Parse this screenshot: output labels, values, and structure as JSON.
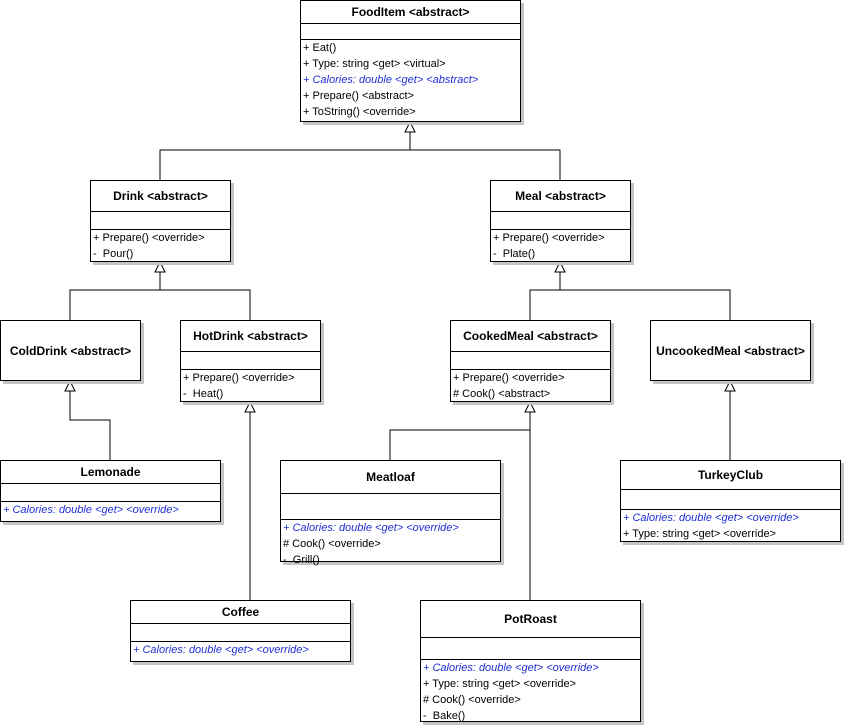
{
  "colors": {
    "line": "#000000",
    "abstract_member": "#1f2fd6",
    "shadow": "#c4c4c4"
  },
  "classes": [
    {
      "id": "fooditem",
      "name": "FoodItem <abstract>",
      "attrs": [],
      "ops": [
        {
          "text": "+ Eat()",
          "abstract": false
        },
        {
          "text": "+ Type: string <get> <virtual>",
          "abstract": false
        },
        {
          "text": "+ Calories: double <get> <abstract>",
          "abstract": true
        },
        {
          "text": "+ Prepare() <abstract>",
          "abstract": false
        },
        {
          "text": "+ ToString() <override>",
          "abstract": false
        }
      ]
    },
    {
      "id": "drink",
      "name": "Drink <abstract>",
      "attrs": [],
      "ops": [
        {
          "text": "+ Prepare() <override>",
          "abstract": false
        },
        {
          "text": "-  Pour()",
          "abstract": false
        }
      ]
    },
    {
      "id": "meal",
      "name": "Meal <abstract>",
      "attrs": [],
      "ops": [
        {
          "text": "+ Prepare() <override>",
          "abstract": false
        },
        {
          "text": "-  Plate()",
          "abstract": false
        }
      ]
    },
    {
      "id": "colddrink",
      "name": "ColdDrink <abstract>",
      "attrs": null,
      "ops": null
    },
    {
      "id": "hotdrink",
      "name": "HotDrink <abstract>",
      "attrs": [],
      "ops": [
        {
          "text": "+ Prepare() <override>",
          "abstract": false
        },
        {
          "text": "-  Heat()",
          "abstract": false
        }
      ]
    },
    {
      "id": "cookedmeal",
      "name": "CookedMeal <abstract>",
      "attrs": [],
      "ops": [
        {
          "text": "+ Prepare() <override>",
          "abstract": false
        },
        {
          "text": "# Cook() <abstract>",
          "abstract": false
        }
      ]
    },
    {
      "id": "uncookedmeal",
      "name": "UncookedMeal <abstract>",
      "attrs": null,
      "ops": null
    },
    {
      "id": "lemonade",
      "name": "Lemonade",
      "attrs": [],
      "ops": [
        {
          "text": "+ Calories: double <get> <override>",
          "abstract": true
        }
      ]
    },
    {
      "id": "meatloaf",
      "name": "Meatloaf",
      "attrs": [],
      "ops": [
        {
          "text": "+ Calories: double <get> <override>",
          "abstract": true
        },
        {
          "text": "# Cook() <override>",
          "abstract": false
        },
        {
          "text": "-  Grill()",
          "abstract": false
        }
      ]
    },
    {
      "id": "turkeyclub",
      "name": "TurkeyClub",
      "attrs": [],
      "ops": [
        {
          "text": "+ Calories: double <get> <override>",
          "abstract": true
        },
        {
          "text": "+ Type: string <get> <override>",
          "abstract": false
        }
      ]
    },
    {
      "id": "coffee",
      "name": "Coffee",
      "attrs": [],
      "ops": [
        {
          "text": "+ Calories: double <get> <override>",
          "abstract": true
        }
      ]
    },
    {
      "id": "potroast",
      "name": "PotRoast",
      "attrs": [],
      "ops": [
        {
          "text": "+ Calories: double <get> <override>",
          "abstract": true
        },
        {
          "text": "+ Type: string <get> <override>",
          "abstract": false
        },
        {
          "text": "# Cook() <override>",
          "abstract": false
        },
        {
          "text": "-  Bake()",
          "abstract": false
        }
      ]
    }
  ],
  "relations": [
    {
      "child": "drink",
      "parent": "fooditem"
    },
    {
      "child": "meal",
      "parent": "fooditem"
    },
    {
      "child": "colddrink",
      "parent": "drink"
    },
    {
      "child": "hotdrink",
      "parent": "drink"
    },
    {
      "child": "cookedmeal",
      "parent": "meal"
    },
    {
      "child": "uncookedmeal",
      "parent": "meal"
    },
    {
      "child": "lemonade",
      "parent": "colddrink"
    },
    {
      "child": "coffee",
      "parent": "hotdrink"
    },
    {
      "child": "meatloaf",
      "parent": "cookedmeal"
    },
    {
      "child": "potroast",
      "parent": "cookedmeal"
    },
    {
      "child": "turkeyclub",
      "parent": "uncookedmeal"
    }
  ]
}
